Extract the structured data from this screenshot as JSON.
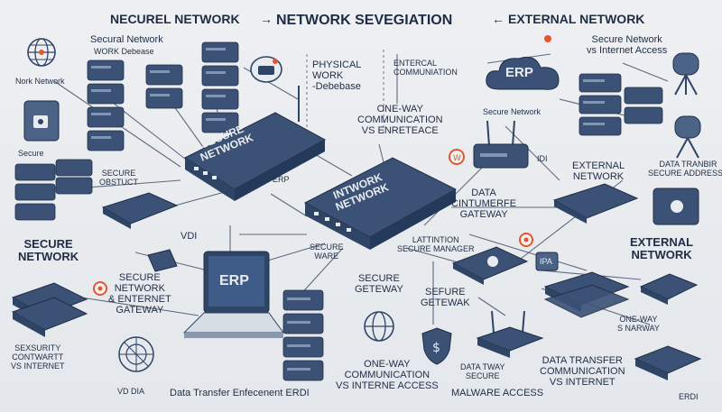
{
  "header": {
    "left": "NECUREL NETWORK",
    "center": "NETWORK SEVEGIATION",
    "right": "EXTERNAL NETWORK",
    "arrow_right": "→",
    "arrow_left": "←"
  },
  "labels": {
    "nork_network": "Nork Network",
    "secural_network": "Secural Network",
    "work_debease": "WORK Debease",
    "physical_work": "PHYSICAL\nWORK\n-Debebase",
    "enternal_communication": "ENTERCAL\nCOMMUNIATION",
    "secure_network_vs_internet": "Secure Network\nvs Internet Access",
    "erp_cloud": "ERP",
    "one_way_comm": "ONE-WAY\nCOMMUNICATION\nVS ENRETEACE",
    "secure_network_small": "Secure Network",
    "secure_left": "Secure",
    "secure_network_box": "SECURE\nNETWORK",
    "secure_obstruct": "SECURE\nOBSTUCT",
    "erp_small": "ERP",
    "intwork_network": "INTWORK\nNETWORK",
    "idi": "IDI",
    "external_network_right": "EXTERNAL\nNETWORK",
    "data_tranbir": "DATA TRANBIR\nSECURE ADDRESSE",
    "data_gateway": "DATA\nCINTUMERFE\nGATEWAY",
    "secure_network_left": "SECURE\nNETWORK",
    "vdi": "VDI",
    "secure_ware": "SECURE\nWARE",
    "lattintion": "LATTINTION\nSECURE MANAGER",
    "external_network_big": "EXTERNAL\nNETWORK",
    "laptop_erp": "ERP",
    "secure_network_gateway": "SECURE\nNETWORK\n& ENTERNET\nGATEWAY",
    "secure_getway": "SECURE\nGETEWAY",
    "sefure_getewak": "SEFURE\nGETEWAK",
    "one_way_narrow": "ONE-WAY\nS NARWAY",
    "sexsurity": "SEXSURITY\nCONTWARTT\nVS INTERNET",
    "vd_dia": "VD DIA",
    "data_transfer_bottom": "Data Transfer Enfecenent ERDI",
    "one_way_bottom": "ONE-WAY\nCOMMUNICATION\nVS INTERNE ACCESS",
    "data_tway": "DATA TWAY\nSECURE",
    "malware_access": "MALWARE ACCESS",
    "data_transfer_right": "DATA TRANSFER\nCOMMUNICATION\nVS INTERNET",
    "erdi": "ERDI",
    "ipa": "IPA"
  },
  "colors": {
    "device_dark": "#2f4566",
    "device_mid": "#4a6387",
    "device_light": "#7f95b5",
    "wire": "#3a4a63",
    "accent_orange": "#e4572e",
    "text": "#1f2d44"
  },
  "icons": {
    "globe": "globe-icon",
    "shield": "shield-icon",
    "cloud": "cloud-icon",
    "laptop": "laptop-icon",
    "server": "server-icon",
    "router": "router-icon",
    "satellite": "satellite-dish-icon"
  }
}
